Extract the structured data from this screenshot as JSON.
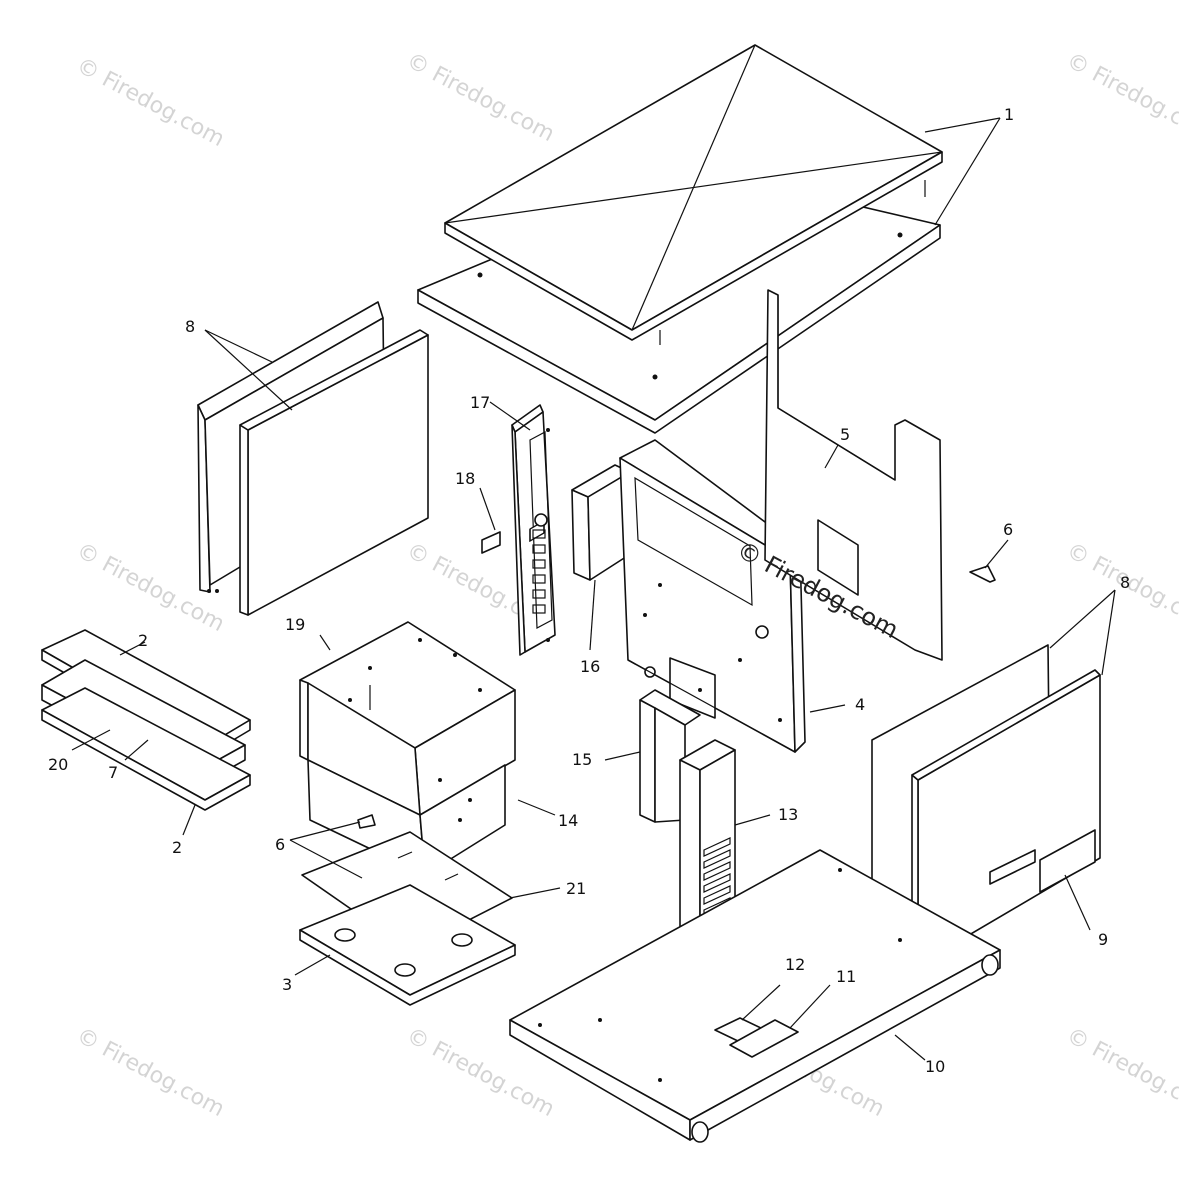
{
  "watermark": {
    "text": "© Firedog.com",
    "color": "#d4d4d4",
    "main_color": "#222222"
  },
  "callouts": {
    "c1": "1",
    "c2a": "2",
    "c2b": "2",
    "c3": "3",
    "c4": "4",
    "c5": "5",
    "c6a": "6",
    "c6b": "6",
    "c7": "7",
    "c8a": "8",
    "c8b": "8",
    "c9": "9",
    "c10": "10",
    "c11": "11",
    "c12": "12",
    "c13": "13",
    "c14": "14",
    "c15": "15",
    "c16": "16",
    "c17": "17",
    "c18": "18",
    "c19": "19",
    "c20": "20",
    "c21": "21"
  }
}
